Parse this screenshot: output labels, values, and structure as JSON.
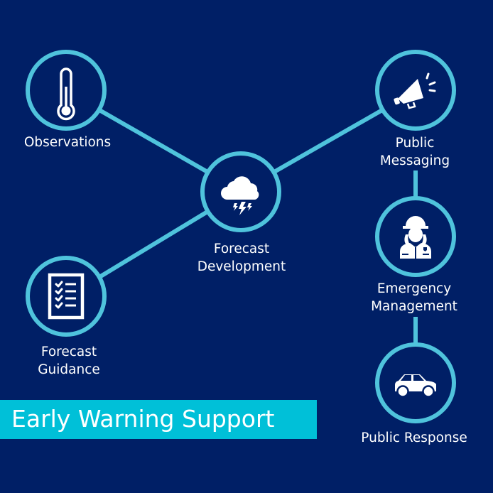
{
  "diagram": {
    "title": "Early Warning Support",
    "colors": {
      "background": "#001f66",
      "ring": "#4fc3dc",
      "banner": "#00c0d8",
      "text": "#ffffff"
    },
    "nodes": [
      {
        "id": "observations",
        "label_lines": [
          "Observations"
        ],
        "icon": "thermometer-icon"
      },
      {
        "id": "forecast-development",
        "label_lines": [
          "Forecast",
          "Development"
        ],
        "icon": "storm-cloud-icon"
      },
      {
        "id": "public-messaging",
        "label_lines": [
          "Public",
          "Messaging"
        ],
        "icon": "megaphone-icon"
      },
      {
        "id": "emergency-management",
        "label_lines": [
          "Emergency",
          "Management"
        ],
        "icon": "responder-icon"
      },
      {
        "id": "public-response",
        "label_lines": [
          "Public Response"
        ],
        "icon": "car-icon"
      },
      {
        "id": "forecast-guidance",
        "label_lines": [
          "Forecast",
          "Guidance"
        ],
        "icon": "checklist-icon"
      }
    ],
    "edges": [
      {
        "from": "observations",
        "to": "forecast-development"
      },
      {
        "from": "forecast-guidance",
        "to": "forecast-development"
      },
      {
        "from": "forecast-development",
        "to": "public-messaging"
      },
      {
        "from": "public-messaging",
        "to": "emergency-management"
      },
      {
        "from": "emergency-management",
        "to": "public-response"
      }
    ]
  }
}
